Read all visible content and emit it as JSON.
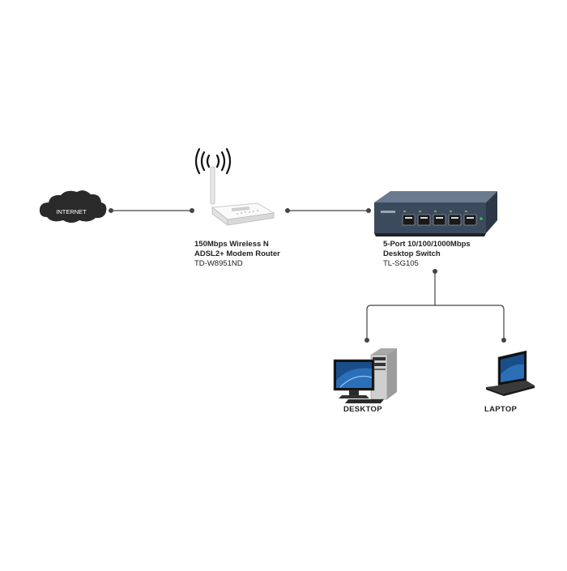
{
  "internet": {
    "label": "INTERNET"
  },
  "router": {
    "line1": "150Mbps Wireless N",
    "line2": "ADSL2+ Modem Router",
    "model": "TD-W8951ND"
  },
  "switch": {
    "line1": "5-Port 10/100/1000Mbps",
    "line2": "Desktop Switch",
    "model": "TL-SG105"
  },
  "desktop": {
    "label": "DESKTOP"
  },
  "laptop": {
    "label": "LAPTOP"
  },
  "colors": {
    "line": "#444444",
    "cloud": "#2a2a2a",
    "router_body": "#f4f4f4",
    "switch_body": "#4a5a70",
    "screen": "#1a4e8a"
  }
}
